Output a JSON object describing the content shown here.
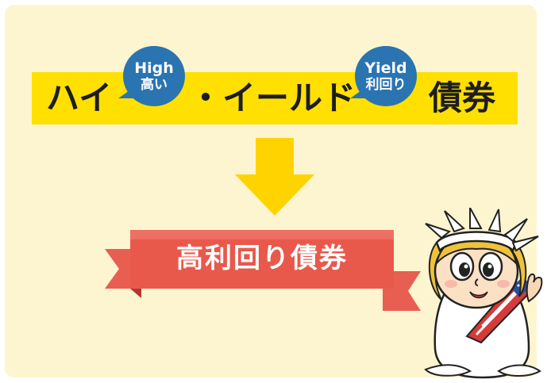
{
  "banner": {
    "word_hai": "ハイ",
    "word_yield": "・イールド",
    "word_bond": "債券",
    "bubble_high": {
      "en": "High",
      "ja": "高い"
    },
    "bubble_yield": {
      "en": "Yield",
      "ja": "利回り"
    }
  },
  "ribbon": {
    "label": "高利回り債券"
  },
  "colors": {
    "background": "#fdf5cf",
    "band": "#ffe000",
    "bubble": "#2a74b2",
    "arrow": "#ffd300",
    "ribbon": "#e85e51",
    "ribbon_dark": "#b8362c"
  },
  "icons": [
    "down-arrow-icon",
    "statue-of-liberty-mascot"
  ]
}
